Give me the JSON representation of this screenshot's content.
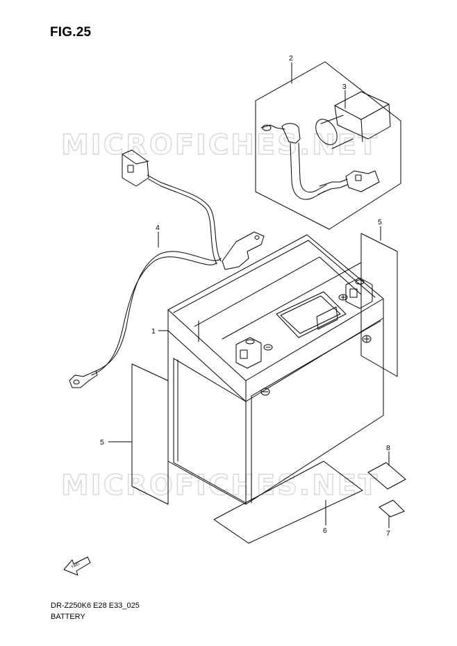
{
  "figure": {
    "title": "FIG.25"
  },
  "footer": {
    "model": "DR-Z250K6 E28 E33_025",
    "section": "BATTERY"
  },
  "watermark": {
    "text": "MICROFICHES.NET",
    "color": "#d6d6d6"
  },
  "callouts": [
    {
      "id": "c1",
      "label": "1"
    },
    {
      "id": "c2",
      "label": "2"
    },
    {
      "id": "c3",
      "label": "3"
    },
    {
      "id": "c4",
      "label": "4"
    },
    {
      "id": "c5a",
      "label": "5"
    },
    {
      "id": "c5b",
      "label": "5"
    },
    {
      "id": "c6",
      "label": "6"
    },
    {
      "id": "c7",
      "label": "7"
    },
    {
      "id": "c8",
      "label": "8"
    }
  ],
  "icons": {
    "front": "fwd-arrow-icon"
  }
}
